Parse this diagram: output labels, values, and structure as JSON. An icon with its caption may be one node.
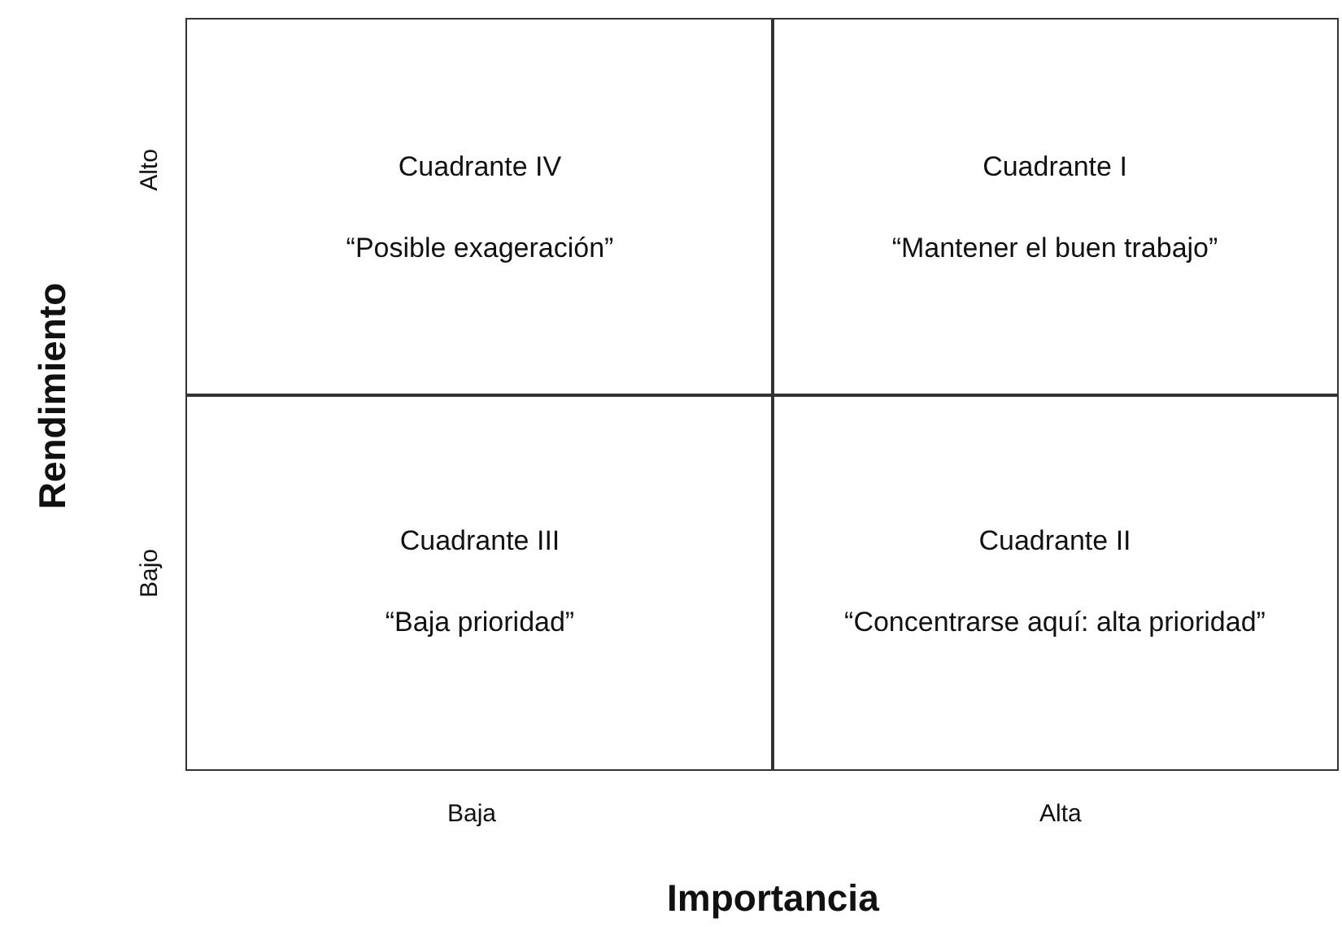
{
  "diagram": {
    "nodes": [
      {
        "text": [
          "Cuadrante IV",
          "“Posible exageración”"
        ]
      },
      {
        "text": [
          "Cuadrante I",
          "“Mantener el buen trabajo”"
        ]
      },
      {
        "text": [
          "Cuadrante III",
          "“Baja prioridad”"
        ]
      },
      {
        "text": [
          "Cuadrante II",
          "“Concentrarse aquí: alta prioridad”"
        ]
      }
    ],
    "labels": [
      "Alto",
      "Bajo",
      "Rendimiento",
      "Baja",
      "Alta",
      "Importancia"
    ]
  }
}
